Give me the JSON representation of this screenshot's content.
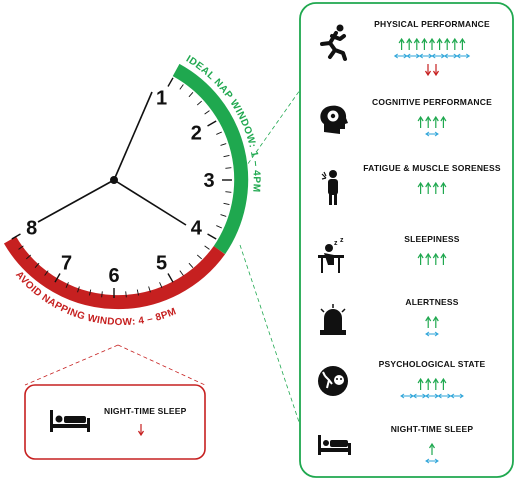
{
  "clock": {
    "numbers": [
      "1",
      "2",
      "3",
      "4",
      "5",
      "6",
      "7",
      "8"
    ],
    "ideal_window_label": "IDEAL NAP WINDOW: 1 – 4PM",
    "avoid_window_label": "AVOID NAPPING WINDOW: 4 – 8PM"
  },
  "legend_box": {
    "label": "NIGHT-TIME SLEEP"
  },
  "outcomes": [
    {
      "label": "PHYSICAL PERFORMANCE",
      "icon": "runner-icon",
      "up": 9,
      "neutral": 6,
      "down": 2
    },
    {
      "label": "COGNITIVE PERFORMANCE",
      "icon": "brain-gear-icon",
      "up": 4,
      "neutral": 1,
      "down": 0
    },
    {
      "label": "FATIGUE & MUSCLE SORENESS",
      "icon": "sore-person-icon",
      "up": 4,
      "neutral": 0,
      "down": 0
    },
    {
      "label": "SLEEPINESS",
      "icon": "sleepy-person-icon",
      "up": 4,
      "neutral": 0,
      "down": 0
    },
    {
      "label": "ALERTNESS",
      "icon": "alarm-light-icon",
      "up": 2,
      "neutral": 1,
      "down": 0
    },
    {
      "label": "PSYCHOLOGICAL STATE",
      "icon": "happy-face-icon",
      "up": 4,
      "neutral": 5,
      "down": 0
    },
    {
      "label": "NIGHT-TIME SLEEP",
      "icon": "bed-icon",
      "up": 1,
      "neutral": 1,
      "down": 0
    }
  ],
  "colors": {
    "green": "#1fa84f",
    "red": "#c62020",
    "blue": "#2aa3d8",
    "dark": "#111111"
  }
}
